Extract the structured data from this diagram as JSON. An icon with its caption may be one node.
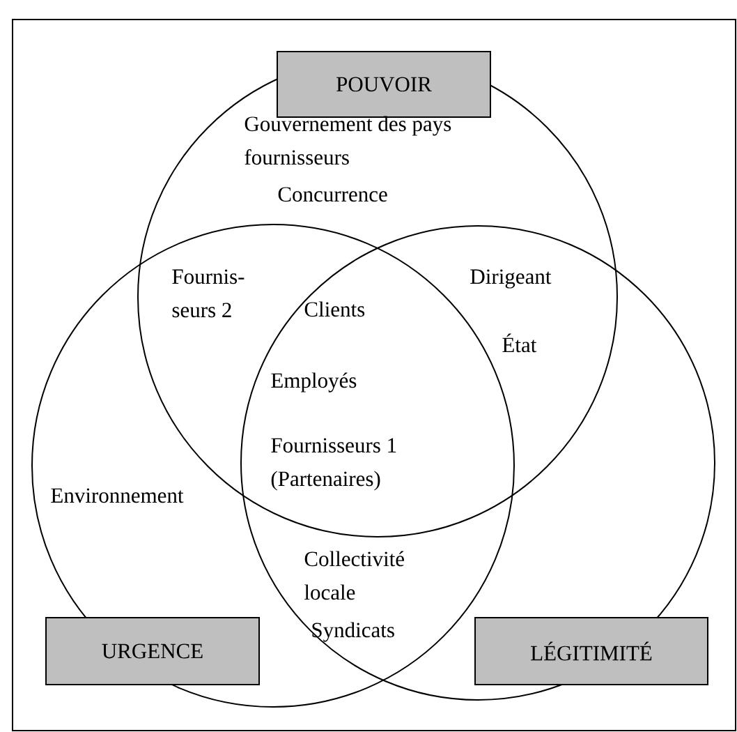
{
  "diagram": {
    "nodes": [
      {
        "text": [
          "POUVOIR"
        ]
      },
      {
        "text": [
          "URGENCE"
        ]
      },
      {
        "text": [
          "LÉGITIMITÉ"
        ]
      }
    ],
    "edges": [],
    "labels": [
      "Gouvernement des pays fournisseurs",
      "Concurrence",
      "Fournis- seurs 2",
      "Clients",
      "Dirigeant",
      "État",
      "Employés",
      "Fournisseurs 1 (Partenaires)",
      "Environnement",
      "Collectivité locale",
      "Syndicats"
    ]
  }
}
